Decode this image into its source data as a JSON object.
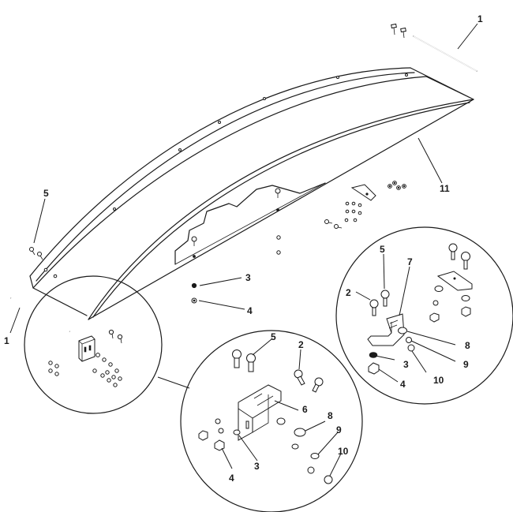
{
  "callouts": {
    "c1_top": "1",
    "c1_left": "1",
    "c11": "11",
    "c5_left": "5",
    "c3_main": "3",
    "c4_main": "4",
    "c5_right": "5",
    "c7": "7",
    "c2_right": "2",
    "c8_right": "8",
    "c3_right": "3",
    "c9_right": "9",
    "c4_right": "4",
    "c10_right": "10",
    "c5_bottom": "5",
    "c2_bottom": "2",
    "c6": "6",
    "c8_bottom": "8",
    "c9_bottom": "9",
    "c10_bottom": "10",
    "c4_bottom": "4",
    "c3_bottom": "3"
  },
  "colors": {
    "line": "#1a1a1a",
    "background": "#ffffff"
  }
}
